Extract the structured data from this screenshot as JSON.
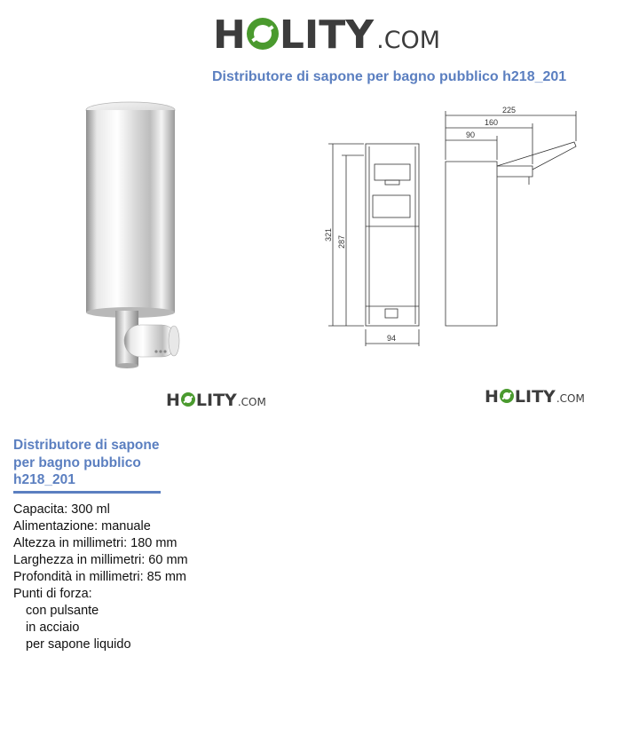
{
  "brand": {
    "logo_main": "H",
    "logo_rest": "LITY",
    "logo_suffix": ".COM"
  },
  "page_title": "Distributore di sapone per bagno pubblico h218_201",
  "section_title_lines": [
    "Distributore di sapone",
    "per bagno pubblico",
    "h218_201"
  ],
  "specs": [
    "Capacita: 300 ml",
    "Alimentazione: manuale",
    "Altezza in millimetri: 180 mm",
    "Larghezza in millimetri: 60 mm",
    "Profondità in millimetri: 85 mm",
    "Punti di forza:"
  ],
  "strengths": [
    "con pulsante",
    "in acciaio",
    "per sapone liquido"
  ],
  "drawing_dimensions": {
    "d225": "225",
    "d160": "160",
    "d90": "90",
    "d321": "321",
    "d287": "287",
    "d94": "94"
  },
  "colors": {
    "accent_blue": "#5b7fc0",
    "logo_green": "#4a9a2e",
    "logo_gray": "#3c3c3c"
  }
}
